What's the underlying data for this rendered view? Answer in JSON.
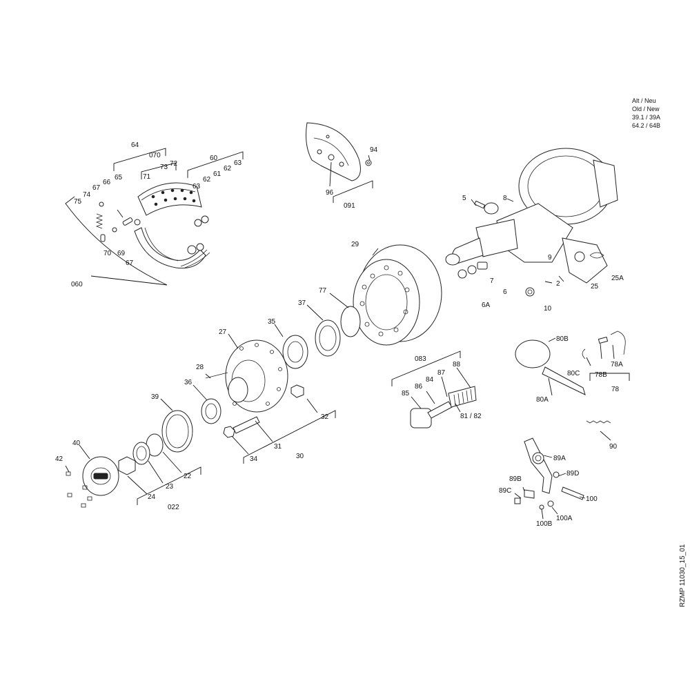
{
  "notes": {
    "line1": "Alt / Neu",
    "line2": "Old / New",
    "line3": "39.1 / 39A",
    "line4": "64.2 / 64B"
  },
  "doc_id": "RZMP 11030_15_01",
  "labels": {
    "l64": "64",
    "l070": "070",
    "l73": "73",
    "l72": "72",
    "l71": "71",
    "l65": "65",
    "l66": "66",
    "l67a": "67",
    "l74": "74",
    "l75": "75",
    "l70": "70",
    "l69": "69",
    "l67b": "67",
    "l060": "060",
    "l60": "60",
    "l63a": "63",
    "l62a": "62",
    "l61": "61",
    "l62b": "62",
    "l63b": "63",
    "l94": "94",
    "l96": "96",
    "l091": "091",
    "l5": "5",
    "l8": "8",
    "l9": "9",
    "l2": "2",
    "l25": "25",
    "l25A": "25A",
    "l7": "7",
    "l6": "6",
    "l6A": "6A",
    "l10": "10",
    "l29": "29",
    "l77": "77",
    "l37": "37",
    "l35": "35",
    "l27": "27",
    "l28": "28",
    "l36": "36",
    "l32": "32",
    "l31": "31",
    "l34": "34",
    "l30": "30",
    "l39": "39",
    "l40": "40",
    "l42": "42",
    "l22": "22",
    "l23": "23",
    "l24": "24",
    "l022": "022",
    "l083": "083",
    "l88": "88",
    "l87": "87",
    "l84": "84",
    "l86": "86",
    "l85": "85",
    "l8182": "81 / 82",
    "l80B": "80B",
    "l80C": "80C",
    "l80A": "80A",
    "l78B": "78B",
    "l78A": "78A",
    "l78": "78",
    "l90": "90",
    "l89A": "89A",
    "l89B": "89B",
    "l89D": "89D",
    "l89C": "89C",
    "l100": "100",
    "l100A": "100A",
    "l100B": "100B"
  }
}
